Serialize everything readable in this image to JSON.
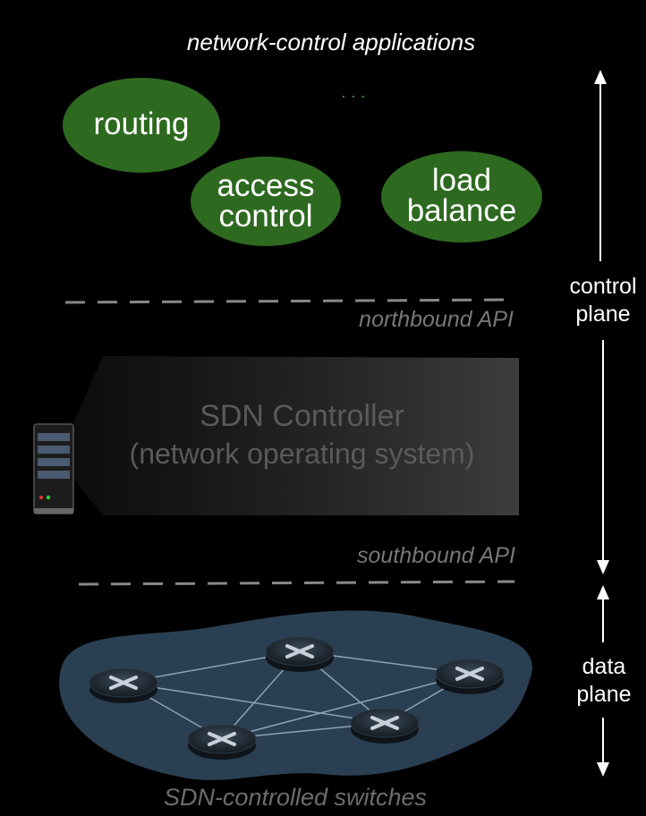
{
  "header": {
    "title": "network-control applications",
    "more_apps": "..."
  },
  "apps": [
    {
      "name": "routing"
    },
    {
      "name": "access control",
      "lines": [
        "access",
        "control"
      ]
    },
    {
      "name": "load balance",
      "lines": [
        "load",
        "balance"
      ]
    }
  ],
  "apis": {
    "northbound": "northbound API",
    "southbound": "southbound API"
  },
  "controller": {
    "title": "SDN Controller",
    "subtitle": "(network operating system)"
  },
  "planes": {
    "control": {
      "lines": [
        "control",
        "plane"
      ]
    },
    "data": {
      "lines": [
        "data",
        "plane"
      ]
    }
  },
  "switches": {
    "caption": "SDN-controlled switches",
    "count": 5
  },
  "colors": {
    "app_green": "#2d6a20",
    "water": "#2a3f52",
    "controller_gray": "#3d3d3d"
  }
}
